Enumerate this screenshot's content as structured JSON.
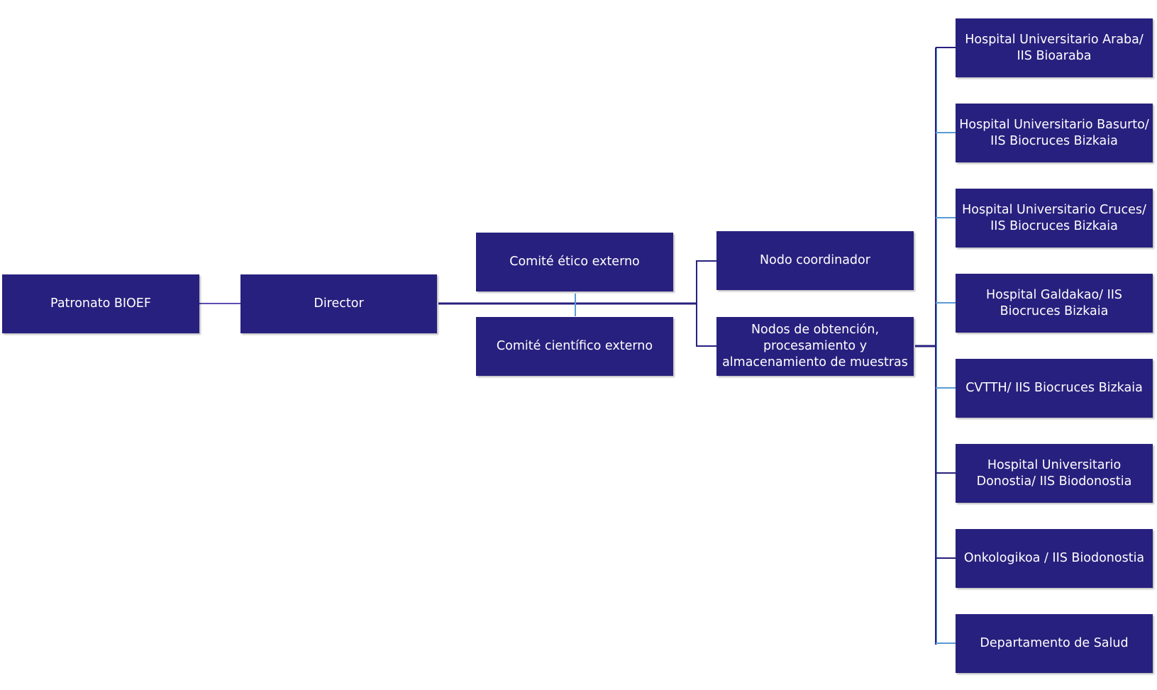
{
  "colors": {
    "node_fill": "#28207e",
    "node_text": "#ffffff",
    "connector_dark": "#28207e",
    "connector_light": "#5b9bd5"
  },
  "nodes": {
    "patronato": "Patronato BIOEF",
    "director": "Director",
    "comite_etico": "Comité ético externo",
    "comite_cientifico": "Comité científico externo",
    "nodo_coordinador": "Nodo coordinador",
    "nodos_obtencion": "Nodos de obtención, procesamiento y almacenamiento de muestras",
    "hospitals": [
      "Hospital Universitario Araba/ IIS Bioaraba",
      "Hospital Universitario Basurto/ IIS Biocruces Bizkaia",
      "Hospital Universitario Cruces/ IIS Biocruces Bizkaia",
      "Hospital Galdakao/ IIS Biocruces Bizkaia",
      "CVTTH/ IIS Biocruces Bizkaia",
      "Hospital Universitario Donostia/ IIS Biodonostia",
      "Onkologikoa / IIS Biodonostia",
      "Departamento de Salud"
    ]
  }
}
